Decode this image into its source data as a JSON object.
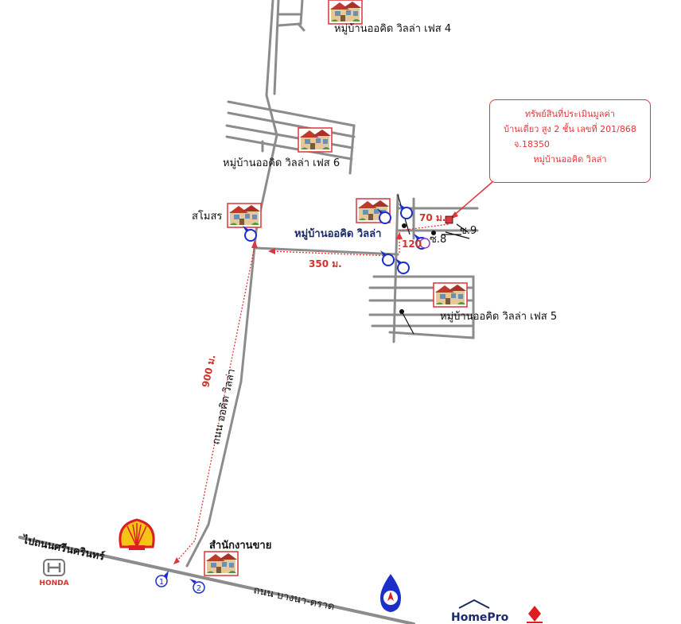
{
  "labels": {
    "phase4": "หมู่บ้านออคิด วิลล่า เฟส 4",
    "phase6": "หมู่บ้านออคิด วิลล่า เฟส 6",
    "phase5": "หมู่บ้านออคิด วิลล่า เฟส 5",
    "club": "สโมสร",
    "village_main": "หมู่บ้านออคิด วิลล่า",
    "soi9": "ซ.9",
    "soi8": "ซ.8",
    "sales_office": "สำนักงานขาย",
    "to_srinakarin": "ไปถนนศรีนครินทร์",
    "road_orchid": "ถนน ออคิด วิลล่า",
    "road_bangna": "ถนน บางนา-ตราด"
  },
  "distances": {
    "d70": "70 ม.",
    "d120": "120",
    "d350": "350 ม.",
    "d900": "900 ม."
  },
  "markers": {
    "m1": "1",
    "m2": "2"
  },
  "callout": {
    "line1": "ทรัพย์สินที่ประเมินมูลค่า",
    "line2": "บ้านเดี่ยว สูง 2 ชั้น เลขที่ 201/868",
    "line3": "จ.18350",
    "line4": "หมู่บ้านออคิด วิลล่า"
  },
  "brands": {
    "honda": "HONDA",
    "homepro": "HomePro"
  },
  "colors": {
    "road": "#8c8c8c",
    "route": "#e0363a",
    "marker": "#1c2ec8",
    "house_frame": "#d9363a",
    "shell_yellow": "#f6c416",
    "shell_red": "#dd1d21"
  },
  "icons": [
    "house-icon",
    "shell-logo",
    "honda-logo",
    "ptt-logo",
    "homepro-logo",
    "direction-marker-icon",
    "property-marker-icon"
  ]
}
